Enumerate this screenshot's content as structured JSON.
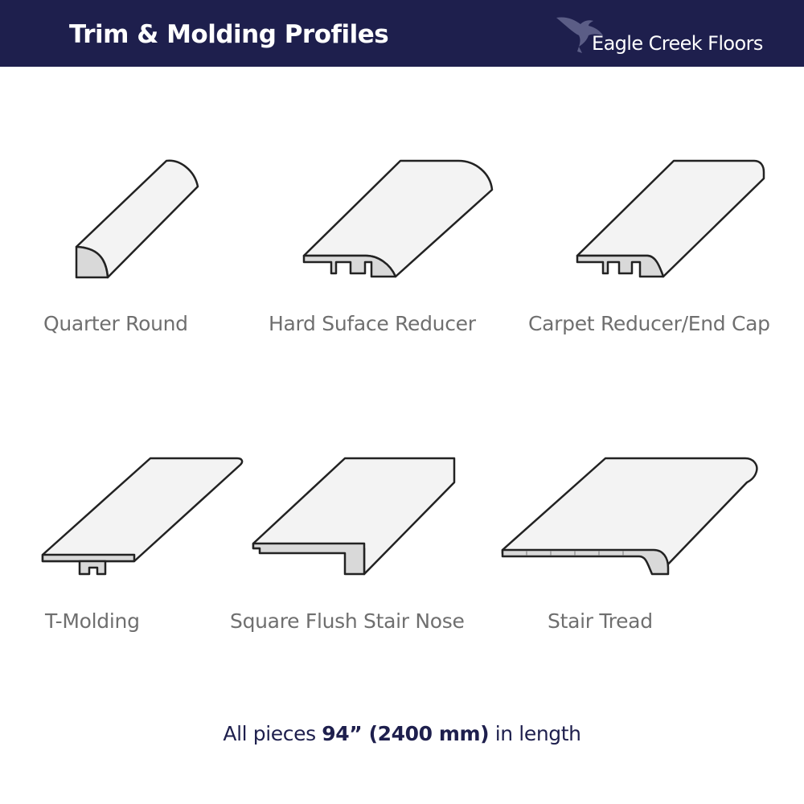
{
  "header": {
    "title": "Trim & Molding Profiles",
    "brand": "Eagle Creek Floors",
    "brand_icon": "eagle-icon",
    "background": "#1e1f4d"
  },
  "profiles": [
    {
      "label": "Quarter Round"
    },
    {
      "label": "Hard Suface Reducer"
    },
    {
      "label": "Carpet Reducer/End Cap"
    },
    {
      "label": "T-Molding"
    },
    {
      "label": "Square Flush Stair Nose"
    },
    {
      "label": "Stair Tread"
    }
  ],
  "footnote": {
    "prefix": "All pieces ",
    "highlight": "94” (2400 mm)",
    "suffix": " in length"
  },
  "colors": {
    "navy": "#1e1f4d",
    "label_gray": "#6f6f6f",
    "face_fill": "#f3f3f3",
    "profile_fill": "#d9d9d9",
    "outline": "#222222"
  }
}
